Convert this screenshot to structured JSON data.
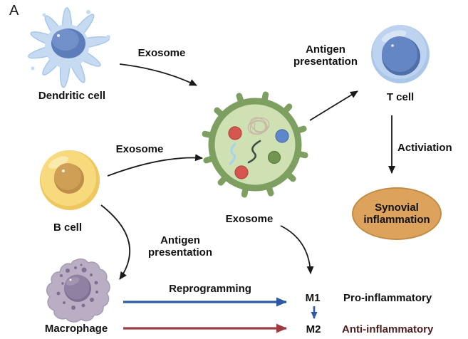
{
  "figure": {
    "panel_label": "A",
    "cells": {
      "dendritic": {
        "label": "Dendritic cell"
      },
      "b_cell": {
        "label": "B cell"
      },
      "macrophage": {
        "label": "Macrophage"
      },
      "t_cell": {
        "label": "T cell"
      }
    },
    "labels": {
      "exosome_from_dendritic": "Exosome",
      "exosome_from_bcell": "Exosome",
      "exosome_to_macrophage": "Exosome",
      "antigen_presentation_top": {
        "line1": "Antigen",
        "line2": "presentation"
      },
      "antigen_presentation_mid": {
        "line1": "Antigen",
        "line2": "presentation"
      },
      "activation": "Activiation",
      "reprogramming": "Reprogramming",
      "synovial": {
        "line1": "Synovial",
        "line2": "inflammation"
      },
      "m1": "M1",
      "m2": "M2",
      "pro_inflammatory": "Pro-inflammatory",
      "anti_inflammatory": "Anti-inflammatory"
    },
    "colors": {
      "black_arrow": "#1a1a1a",
      "reprogramming_arrow_blue": "#2e59a7",
      "reprogramming_arrow_red": "#9e3a40",
      "anti_inflammatory_text": "#4b1d1d",
      "synovial_fill": "#dda35c",
      "synovial_border": "#c08b45"
    }
  }
}
